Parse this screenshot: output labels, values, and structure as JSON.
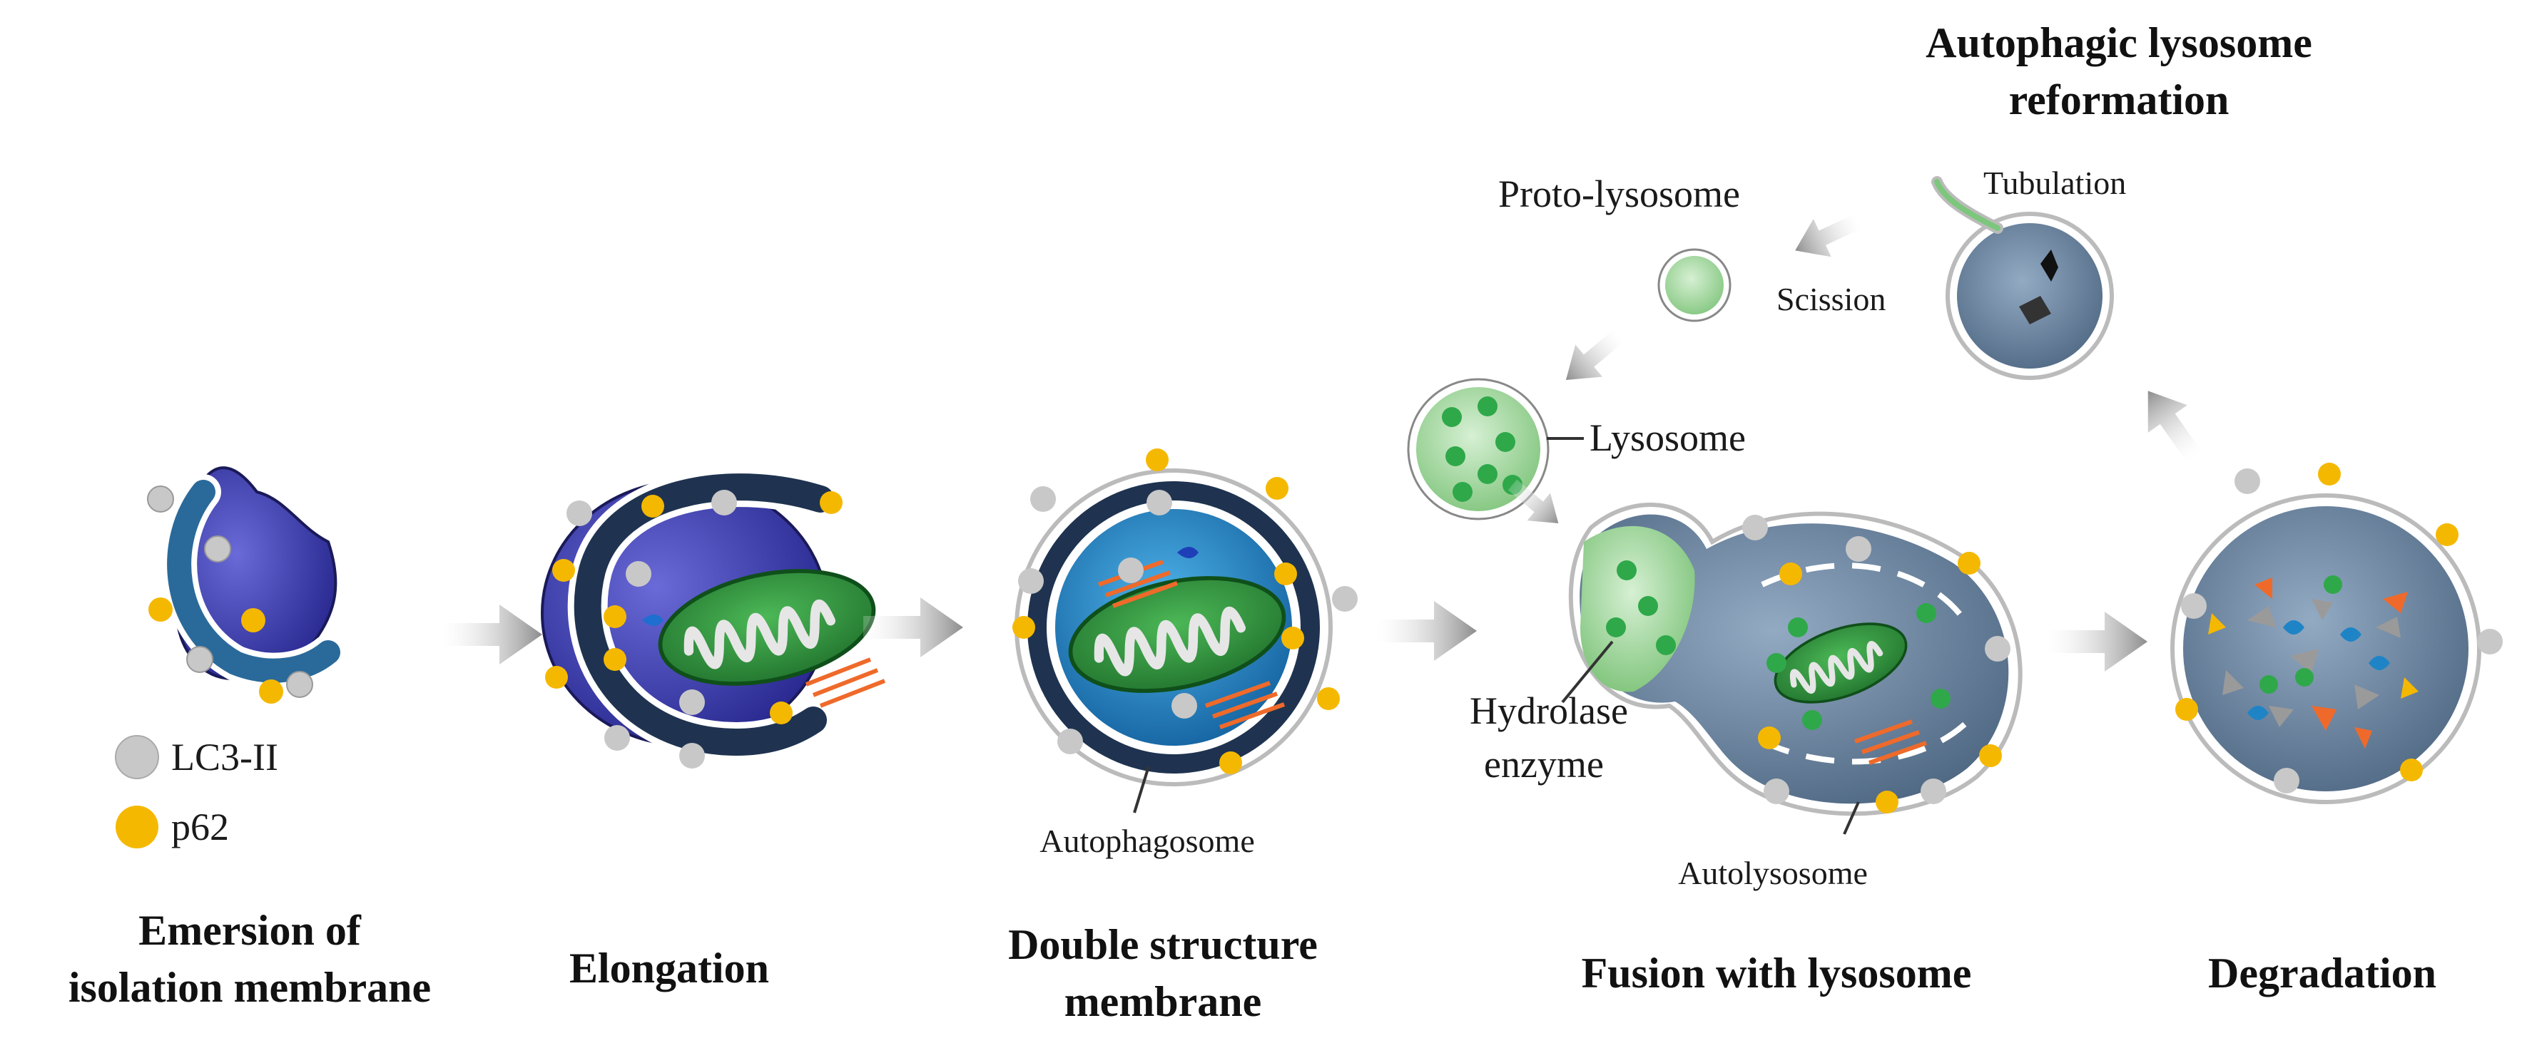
{
  "title": {
    "line1": "Autophagic lysosome",
    "line2": "reformation"
  },
  "legend": {
    "lc3": "LC3-II",
    "p62": "p62"
  },
  "stages": {
    "emersion": {
      "line1": "Emersion of",
      "line2": "isolation membrane"
    },
    "elongation": {
      "line1": "Elongation"
    },
    "double": {
      "line1": "Double structure",
      "line2": "membrane"
    },
    "fusion": {
      "line1": "Fusion with lysosome"
    },
    "degradation": {
      "line1": "Degradation"
    }
  },
  "labels": {
    "autophagosome": "Autophagosome",
    "hydrolase_line1": "Hydrolase",
    "hydrolase_line2": "enzyme",
    "autolysosome": "Autolysosome",
    "lysosome": "Lysosome",
    "proto_lysosome": "Proto-lysosome",
    "scission": "Scission",
    "tubulation": "Tubulation"
  },
  "colors": {
    "lc3": "#c8c8c8",
    "p62": "#f5b800",
    "mitochondria": "#2e8b3a",
    "membrane_dark": "#1f3350",
    "isolation_blue": "#3a3aa8",
    "cytosol_blue": "#1e84c6",
    "autolysosome_fill": "#6f8aa6",
    "lysosome_green": "#7dc77d",
    "arrow_gray": "#8c8c8c"
  }
}
